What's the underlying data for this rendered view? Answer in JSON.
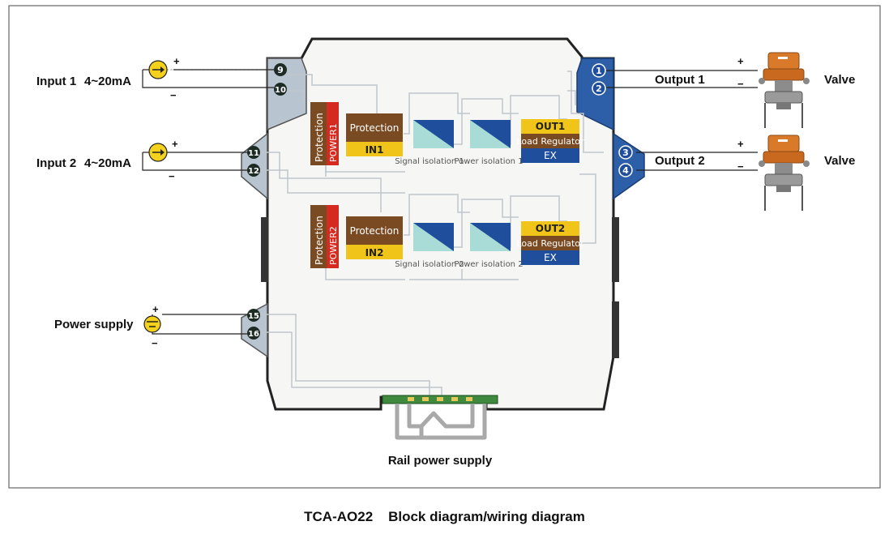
{
  "inputs": [
    {
      "name": "Input 1",
      "range": "4~20mA"
    },
    {
      "name": "Input 2",
      "range": "4~20mA"
    }
  ],
  "power_supply": {
    "label": "Power supply"
  },
  "polarity": {
    "plus": "+",
    "minus": "−"
  },
  "outputs": [
    {
      "label": "Output 1",
      "valve": "Valve"
    },
    {
      "label": "Output 2",
      "valve": "Valve"
    }
  ],
  "terminals": [
    "9",
    "10",
    "11",
    "12",
    "15",
    "16",
    "1",
    "2",
    "3",
    "4"
  ],
  "channels": [
    {
      "protection_v": "Protection",
      "power": "POWER1",
      "protection": "Protection",
      "input": "IN1",
      "signal_isolation": "Signal isolation 1",
      "power_isolation": "Power isolation 1",
      "out": "OUT1",
      "load_regulator": "Load Regulator",
      "ex": "EX"
    },
    {
      "protection_v": "Protection",
      "power": "POWER2",
      "protection": "Protection",
      "input": "IN2",
      "signal_isolation": "Signal isolation 2",
      "power_isolation": "Power isolation 2",
      "out": "OUT2",
      "load_regulator": "Load Regulator",
      "ex": "EX"
    }
  ],
  "rail": {
    "label": "Rail power supply"
  },
  "caption": {
    "model": "TCA-AO22",
    "title": "Block diagram/wiring diagram"
  },
  "colors": {
    "brown": "#7a4a22",
    "red": "#d42a1f",
    "yellow": "#f0c419",
    "blue": "#1f4f9c",
    "teal": "#a9dcd6",
    "terminal_blue": "#2d5ea8",
    "terminal_gray": "#b8c4cf",
    "wire": "#bfc5cc"
  },
  "icons": [
    "current-source-icon",
    "dc-source-icon",
    "valve-actuator-icon",
    "din-rail-icon"
  ]
}
